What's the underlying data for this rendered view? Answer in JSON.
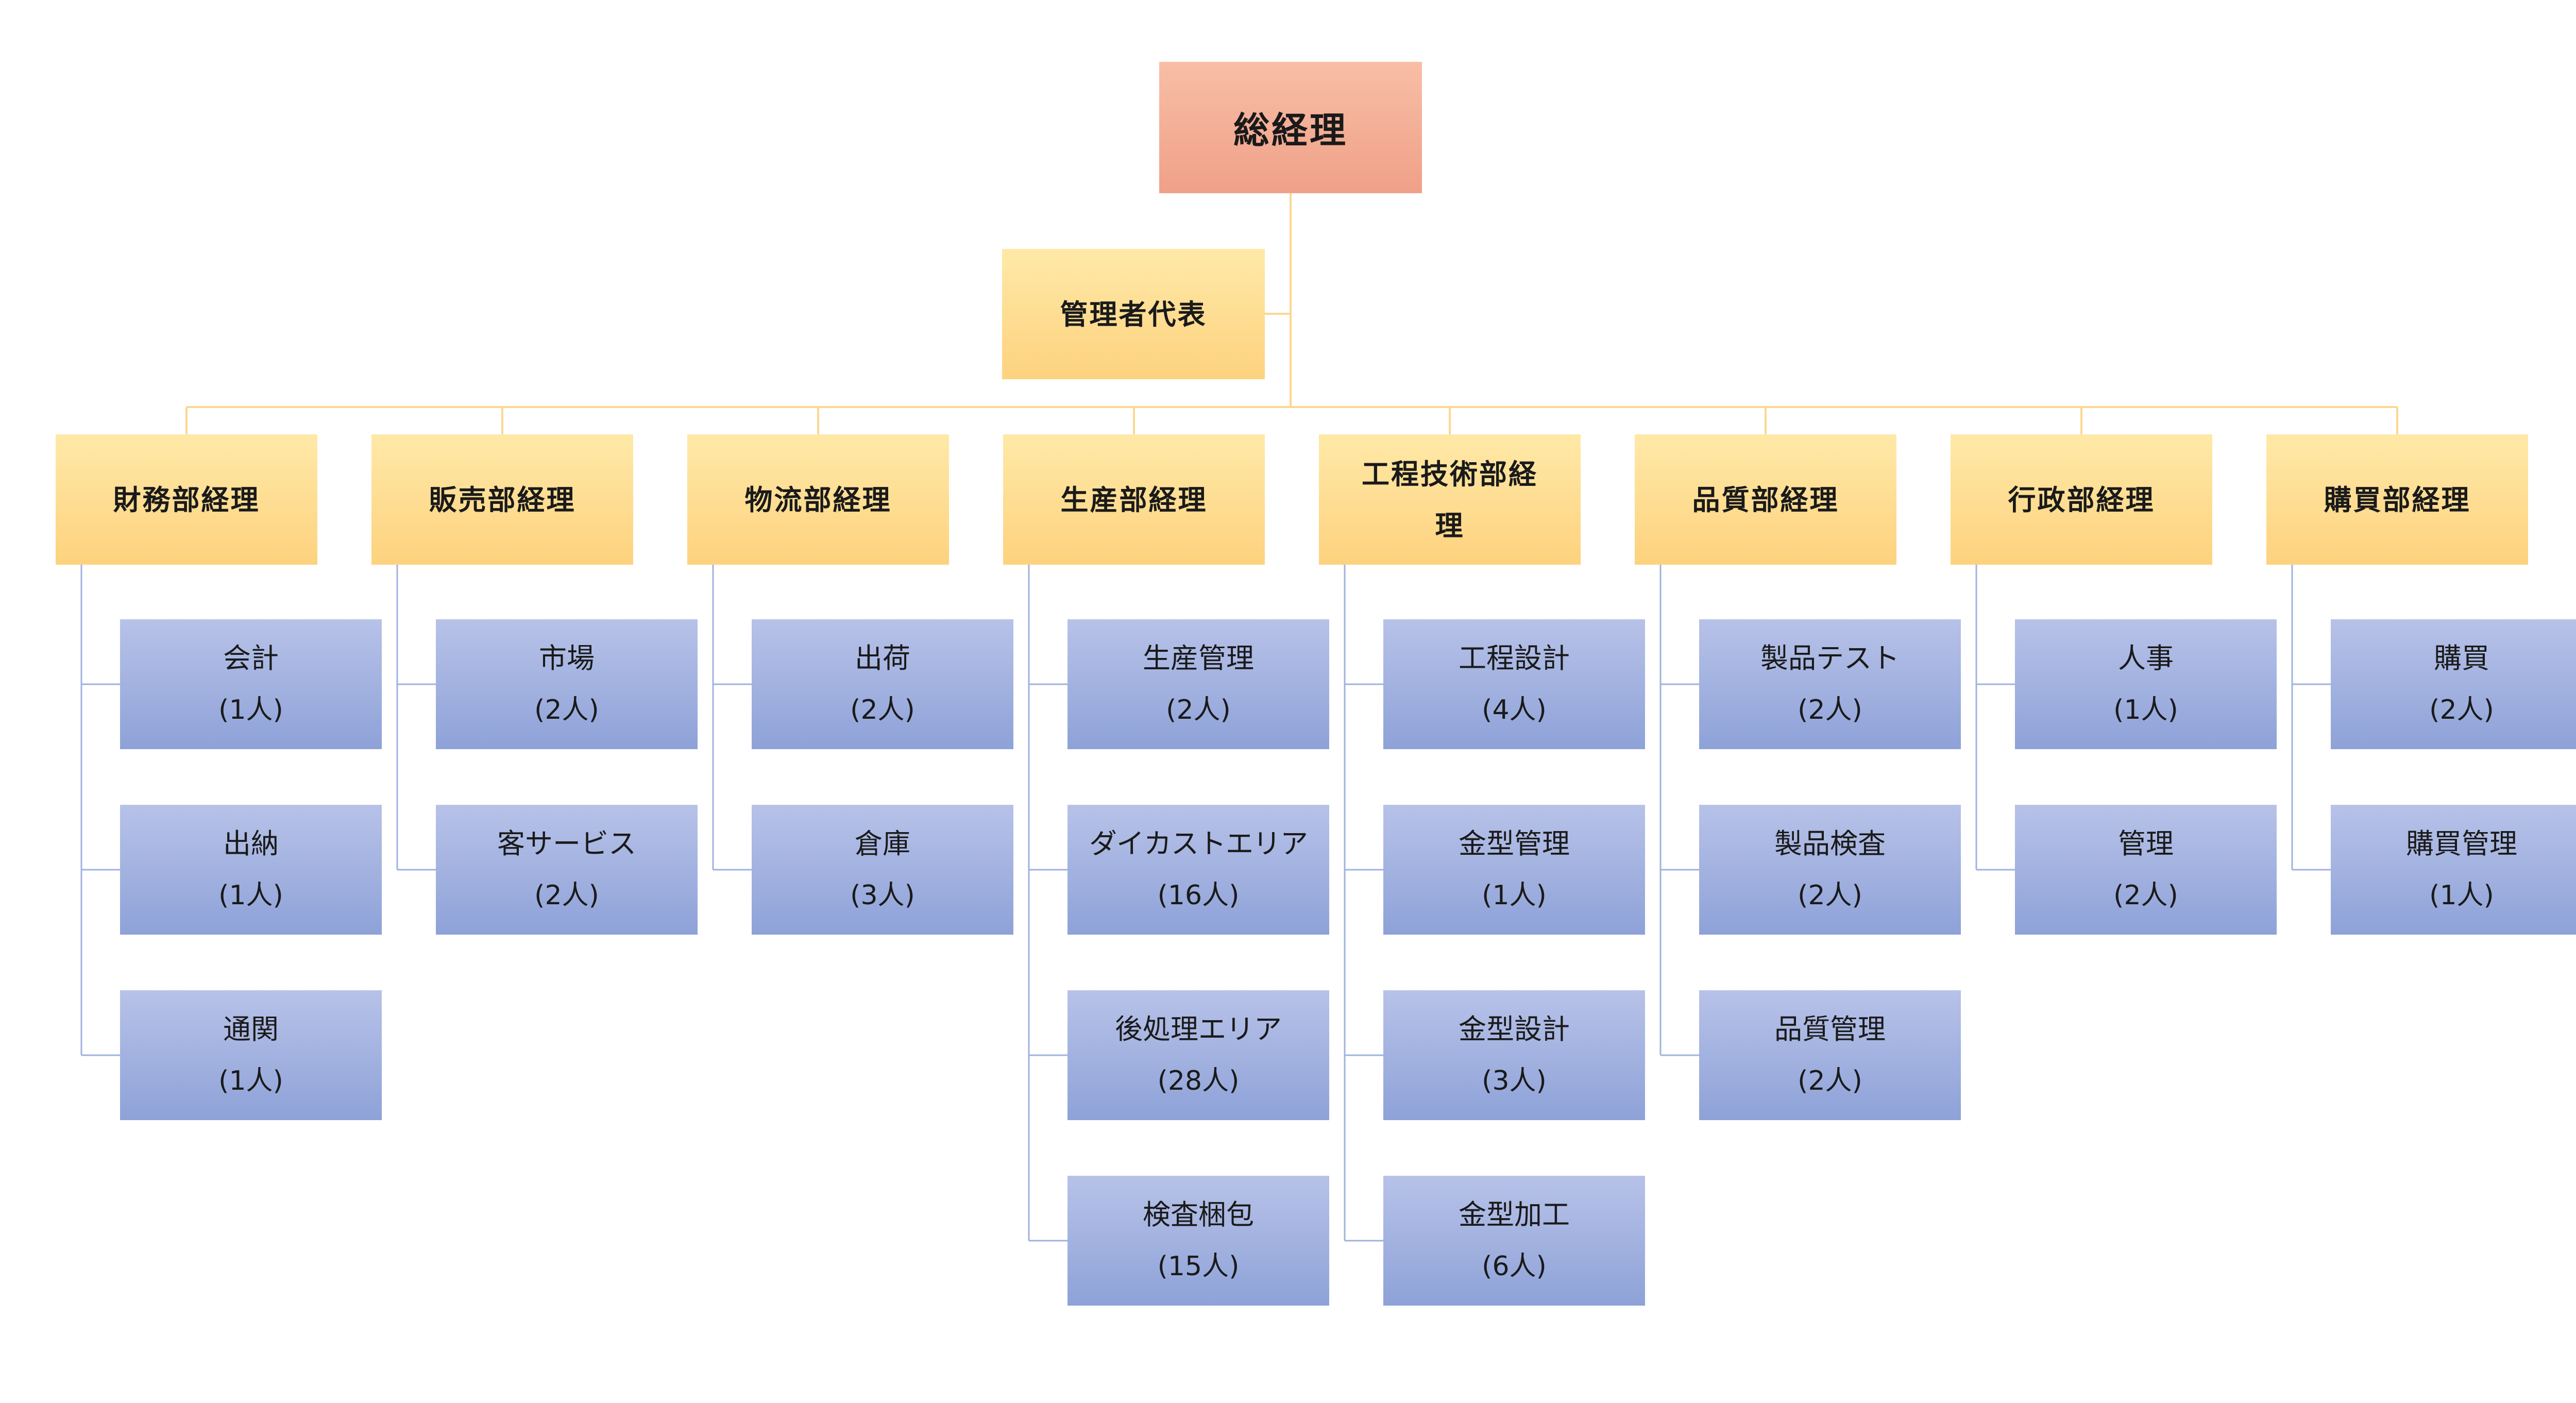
{
  "top": {
    "label": "総経理"
  },
  "rep": {
    "label": "管理者代表"
  },
  "departments": [
    {
      "label": "財務部経理",
      "sections": [
        {
          "label": "会計",
          "count": "(1人)"
        },
        {
          "label": "出納",
          "count": "(1人)"
        },
        {
          "label": "通関",
          "count": "(1人)"
        }
      ]
    },
    {
      "label": "販売部経理",
      "sections": [
        {
          "label": "市場",
          "count": "(2人)"
        },
        {
          "label": "客サービス",
          "count": "(2人)"
        }
      ]
    },
    {
      "label": "物流部経理",
      "sections": [
        {
          "label": "出荷",
          "count": "(2人)"
        },
        {
          "label": "倉庫",
          "count": "(3人)"
        }
      ]
    },
    {
      "label": "生産部経理",
      "sections": [
        {
          "label": "生産管理",
          "count": "(2人)"
        },
        {
          "label": "ダイカストエリア",
          "count": "(16人)"
        },
        {
          "label": "後処理エリア",
          "count": "(28人)"
        },
        {
          "label": "検査梱包",
          "count": "(15人)"
        }
      ]
    },
    {
      "label": "工程技術部経理",
      "sections": [
        {
          "label": "工程設計",
          "count": "(4人)"
        },
        {
          "label": "金型管理",
          "count": "(1人)"
        },
        {
          "label": "金型設計",
          "count": "(3人)"
        },
        {
          "label": "金型加工",
          "count": "(6人)"
        }
      ]
    },
    {
      "label": "品質部経理",
      "sections": [
        {
          "label": "製品テスト",
          "count": "(2人)"
        },
        {
          "label": "製品検査",
          "count": "(2人)"
        },
        {
          "label": "品質管理",
          "count": "(2人)"
        }
      ]
    },
    {
      "label": "行政部経理",
      "sections": [
        {
          "label": "人事",
          "count": "(1人)"
        },
        {
          "label": "管理",
          "count": "(2人)"
        }
      ]
    },
    {
      "label": "購買部経理",
      "sections": [
        {
          "label": "購買",
          "count": "(2人)"
        },
        {
          "label": "購買管理",
          "count": "(1人)"
        }
      ]
    }
  ]
}
